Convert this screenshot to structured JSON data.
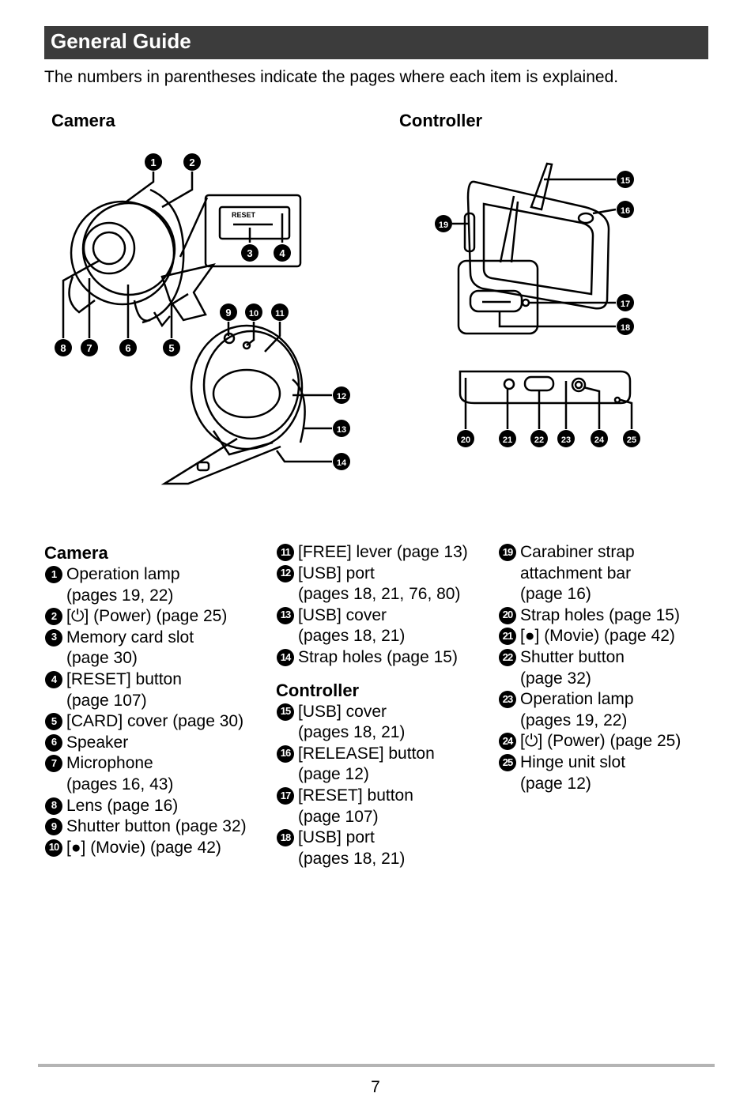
{
  "title": "General Guide",
  "intro": "The numbers in parentheses indicate the pages where each item is explained.",
  "figures": {
    "camera_heading": "Camera",
    "controller_heading": "Controller",
    "inset_reset_label": "RESET"
  },
  "lists": {
    "camera_heading": "Camera",
    "controller_heading": "Controller",
    "col1": [
      {
        "num": "1",
        "lines": [
          "Operation lamp",
          "(pages 19, 22)"
        ]
      },
      {
        "num": "2",
        "lines": [
          "[⏻] (Power) (page 25)"
        ]
      },
      {
        "num": "3",
        "lines": [
          "Memory card slot",
          "(page 30)"
        ]
      },
      {
        "num": "4",
        "lines": [
          "[RESET] button",
          "(page 107)"
        ]
      },
      {
        "num": "5",
        "lines": [
          "[CARD] cover (page 30)"
        ]
      },
      {
        "num": "6",
        "lines": [
          "Speaker"
        ]
      },
      {
        "num": "7",
        "lines": [
          "Microphone",
          "(pages 16, 43)"
        ]
      },
      {
        "num": "8",
        "lines": [
          "Lens (page 16)"
        ]
      },
      {
        "num": "9",
        "lines": [
          "Shutter button (page 32)"
        ]
      },
      {
        "num": "10",
        "lines": [
          "[●] (Movie) (page 42)"
        ]
      }
    ],
    "col2a": [
      {
        "num": "11",
        "lines": [
          "[FREE] lever (page 13)"
        ]
      },
      {
        "num": "12",
        "lines": [
          "[USB] port",
          "(pages 18, 21, 76, 80)"
        ]
      },
      {
        "num": "13",
        "lines": [
          "[USB] cover",
          "(pages 18, 21)"
        ]
      },
      {
        "num": "14",
        "lines": [
          "Strap holes (page 15)"
        ]
      }
    ],
    "col2b": [
      {
        "num": "15",
        "lines": [
          "[USB] cover",
          "(pages 18, 21)"
        ]
      },
      {
        "num": "16",
        "lines": [
          "[RELEASE] button",
          "(page 12)"
        ]
      },
      {
        "num": "17",
        "lines": [
          "[RESET] button",
          "(page 107)"
        ]
      },
      {
        "num": "18",
        "lines": [
          "[USB] port",
          "(pages 18, 21)"
        ]
      }
    ],
    "col3": [
      {
        "num": "19",
        "lines": [
          "Carabiner strap",
          "attachment bar",
          "(page 16)"
        ]
      },
      {
        "num": "20",
        "lines": [
          "Strap holes (page 15)"
        ]
      },
      {
        "num": "21",
        "lines": [
          "[●] (Movie) (page 42)"
        ]
      },
      {
        "num": "22",
        "lines": [
          "Shutter button",
          "(page 32)"
        ]
      },
      {
        "num": "23",
        "lines": [
          "Operation lamp",
          "(pages 19, 22)"
        ]
      },
      {
        "num": "24",
        "lines": [
          "[⏻] (Power) (page 25)"
        ]
      },
      {
        "num": "25",
        "lines": [
          "Hinge unit slot",
          "(page 12)"
        ]
      }
    ]
  },
  "page_number": "7"
}
